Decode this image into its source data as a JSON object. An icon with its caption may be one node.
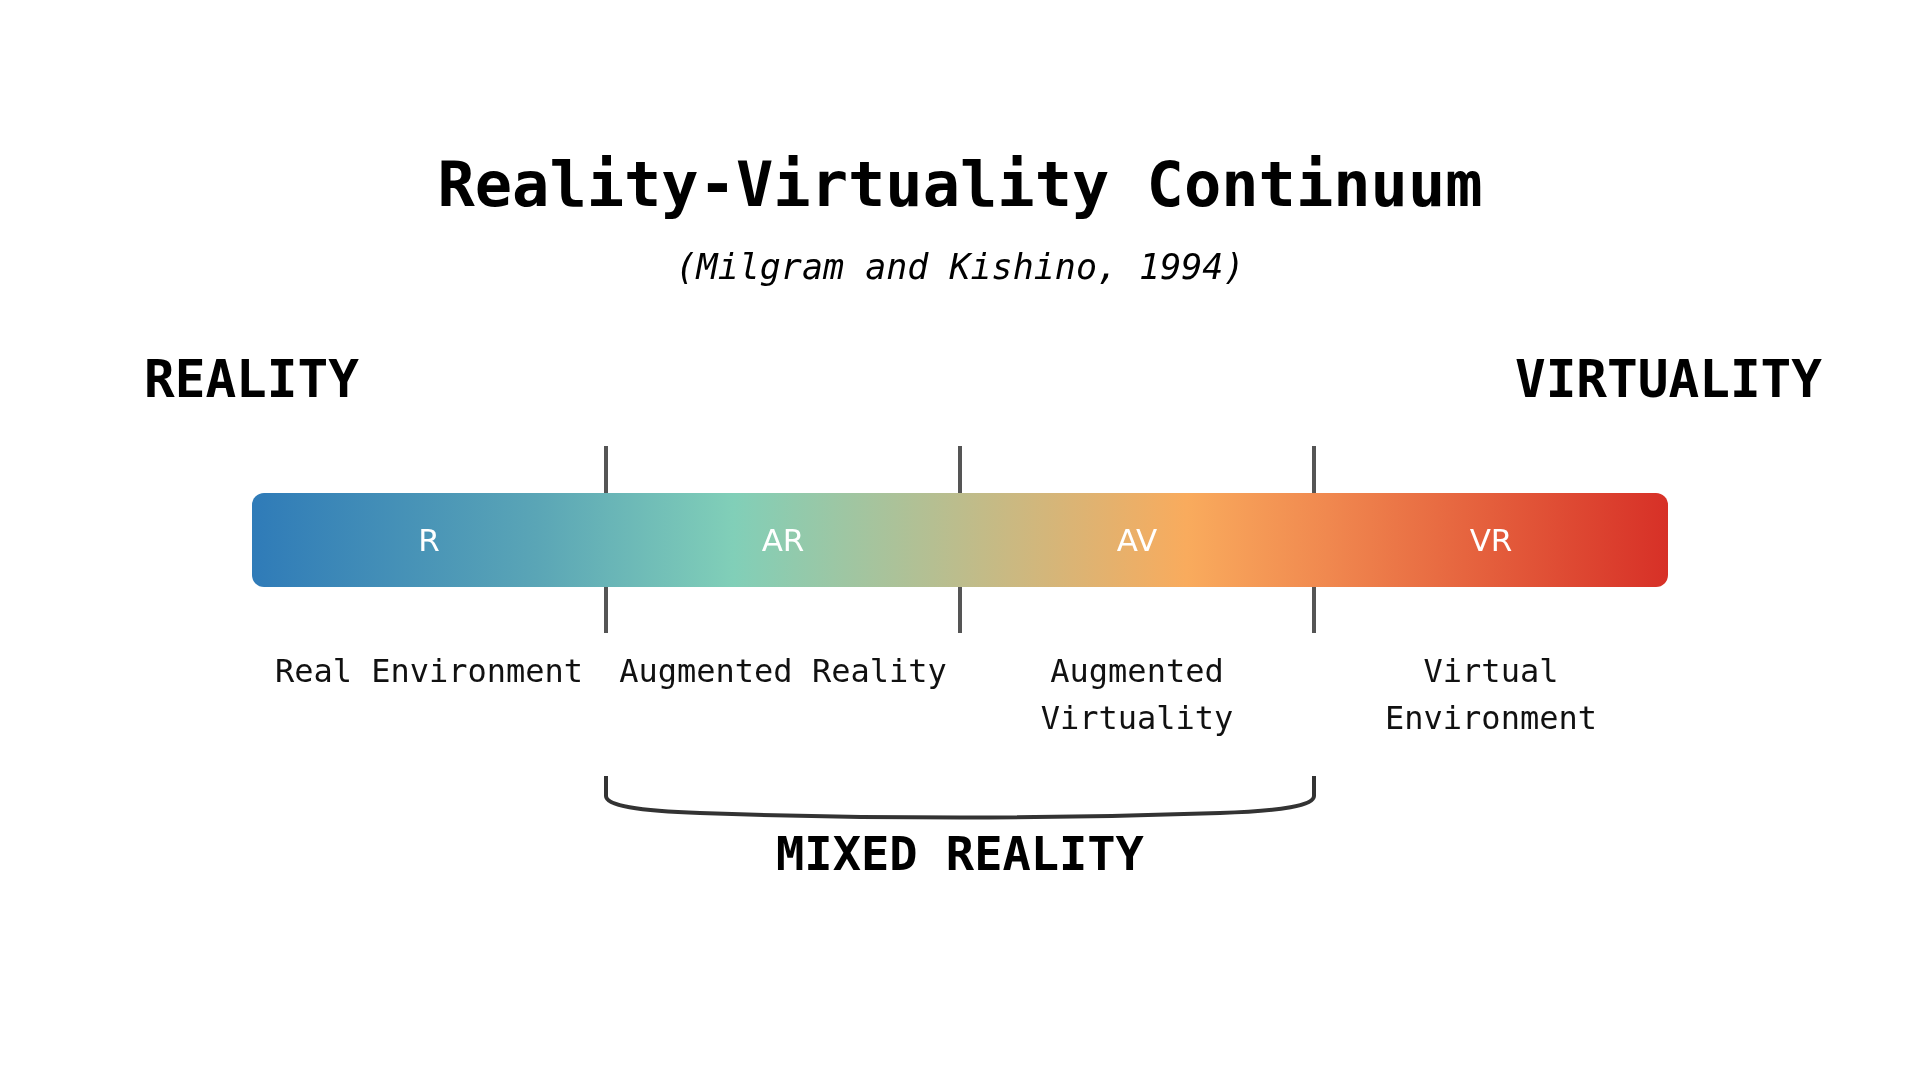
{
  "diagram": {
    "title": "Reality-Virtuality Continuum",
    "nodes": [
      {
        "text": [
          "R"
        ],
        "beside": [
          "Real Environment"
        ]
      },
      {
        "text": [
          "AR"
        ],
        "beside": [
          "Augmented Reality"
        ]
      },
      {
        "text": [
          "AV"
        ],
        "beside": [
          "Augmented Virtuality"
        ]
      },
      {
        "text": [
          "VR"
        ],
        "beside": [
          "Virtual Environment"
        ]
      }
    ],
    "labels": [
      "(Milgram and Kishino, 1994)",
      "REALITY",
      "VIRTUALITY",
      "MIXED REALITY"
    ]
  }
}
